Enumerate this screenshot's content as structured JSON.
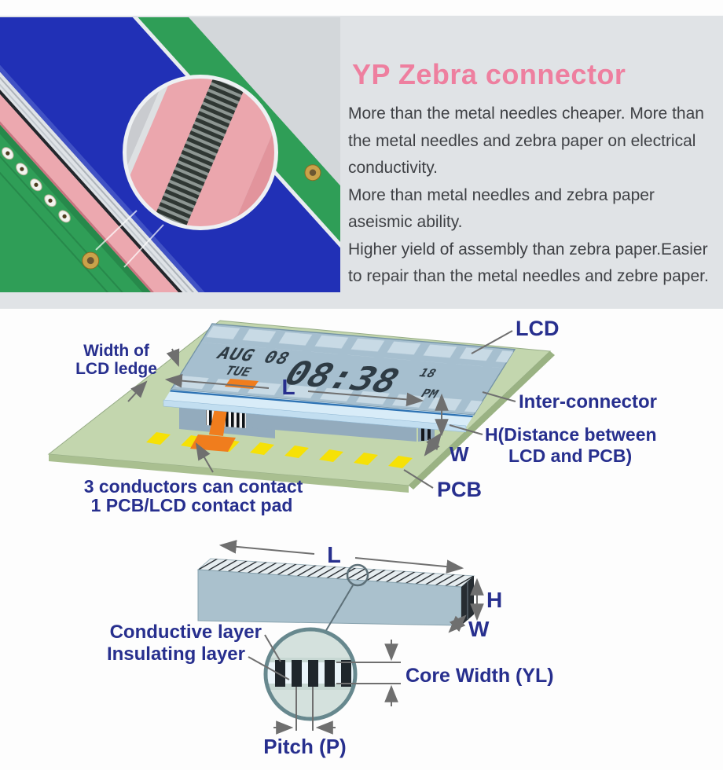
{
  "hero": {
    "title": "YP Zebra connector",
    "description_lines": [
      "More than the metal needles cheaper. More than",
      "the metal needles and zebra paper on electrical",
      "conductivity.",
      "More than metal needles and zebra paper",
      "aseismic ability.",
      "Higher yield of assembly than zebra paper.Easier",
      "to repair than the metal needles and zebre paper."
    ]
  },
  "assembly_diagram": {
    "display": {
      "date": "AUG 08",
      "day": "TUE",
      "time": "08:38",
      "sec": "18",
      "ampm": "PM"
    },
    "labels": {
      "lcd": "LCD",
      "ledge_width_1": "Width of",
      "ledge_width_2": "LCD ledge",
      "length": "L",
      "inter_connector": "Inter-connector",
      "distance_1": "H(Distance between",
      "distance_2": "LCD and PCB)",
      "width": "W",
      "pcb": "PCB",
      "conductors_1": "3 conductors can contact",
      "conductors_2": "1 PCB/LCD contact pad"
    }
  },
  "strip_diagram": {
    "labels": {
      "length": "L",
      "height": "H",
      "width": "W",
      "conductive": "Conductive layer",
      "insulating": "Insulating layer",
      "core_width": "Core Width (YL)",
      "pitch": "Pitch (P)"
    }
  },
  "colors": {
    "title_pink": "#ee7f9f",
    "label_navy": "#272f8e",
    "section_bg": "#e0e3e6",
    "pcb_green": "#c3d6ae",
    "pad_yellow": "#f6e106",
    "orange": "#f07d1d",
    "photo_pcb_green": "#2f9e57",
    "photo_lcd_blue": "#2130b6",
    "zebra_pink": "#eca8af"
  }
}
